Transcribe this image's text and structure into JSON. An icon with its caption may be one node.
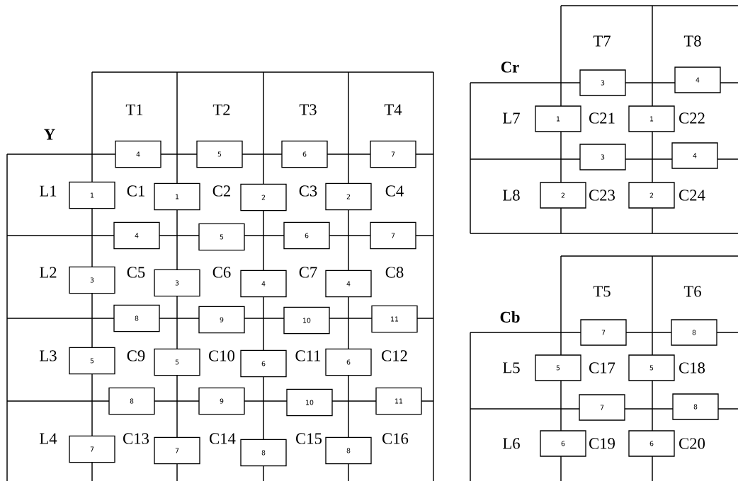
{
  "diagram": {
    "nodes": [
      {
        "text": [
          "4"
        ]
      },
      {
        "text": [
          "5"
        ]
      },
      {
        "text": [
          "6"
        ]
      },
      {
        "text": [
          "7"
        ]
      },
      {
        "text": [
          "1"
        ]
      },
      {
        "text": [
          "1"
        ]
      },
      {
        "text": [
          "2"
        ]
      },
      {
        "text": [
          "2"
        ]
      },
      {
        "text": [
          "4"
        ]
      },
      {
        "text": [
          "5"
        ]
      },
      {
        "text": [
          "6"
        ]
      },
      {
        "text": [
          "7"
        ]
      },
      {
        "text": [
          "3"
        ]
      },
      {
        "text": [
          "3"
        ]
      },
      {
        "text": [
          "4"
        ]
      },
      {
        "text": [
          "4"
        ]
      },
      {
        "text": [
          "8"
        ]
      },
      {
        "text": [
          "9"
        ]
      },
      {
        "text": [
          "10"
        ]
      },
      {
        "text": [
          "11"
        ]
      },
      {
        "text": [
          "5"
        ]
      },
      {
        "text": [
          "5"
        ]
      },
      {
        "text": [
          "6"
        ]
      },
      {
        "text": [
          "6"
        ]
      },
      {
        "text": [
          "8"
        ]
      },
      {
        "text": [
          "9"
        ]
      },
      {
        "text": [
          "10"
        ]
      },
      {
        "text": [
          "11"
        ]
      },
      {
        "text": [
          "7"
        ]
      },
      {
        "text": [
          "7"
        ]
      },
      {
        "text": [
          "8"
        ]
      },
      {
        "text": [
          "8"
        ]
      },
      {
        "text": [
          "3"
        ]
      },
      {
        "text": [
          "4"
        ]
      },
      {
        "text": [
          "1"
        ]
      },
      {
        "text": [
          "1"
        ]
      },
      {
        "text": [
          "3"
        ]
      },
      {
        "text": [
          "4"
        ]
      },
      {
        "text": [
          "2"
        ]
      },
      {
        "text": [
          "2"
        ]
      },
      {
        "text": [
          "7"
        ]
      },
      {
        "text": [
          "8"
        ]
      },
      {
        "text": [
          "5"
        ]
      },
      {
        "text": [
          "5"
        ]
      },
      {
        "text": [
          "7"
        ]
      },
      {
        "text": [
          "8"
        ]
      },
      {
        "text": [
          "6"
        ]
      },
      {
        "text": [
          "6"
        ]
      }
    ],
    "labels": [
      "T1",
      "T2",
      "T3",
      "T4",
      "Y",
      "L1",
      "C1",
      "C2",
      "C3",
      "C4",
      "L2",
      "C5",
      "C6",
      "C7",
      "C8",
      "L3",
      "C9",
      "C10",
      "C11",
      "C12",
      "L4",
      "C13",
      "C14",
      "C15",
      "C16",
      "T7",
      "T8",
      "Cr",
      "L7",
      "C21",
      "C22",
      "L8",
      "C23",
      "C24",
      "T5",
      "T6",
      "Cb",
      "L5",
      "C17",
      "C18",
      "L6",
      "C19",
      "C20"
    ]
  }
}
